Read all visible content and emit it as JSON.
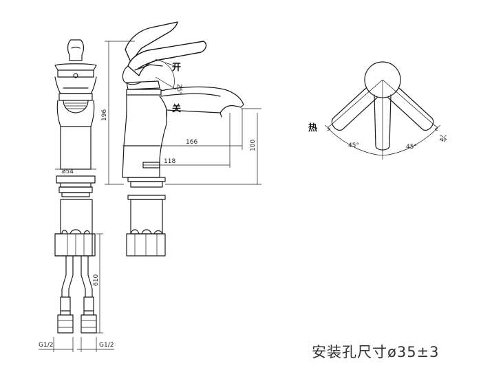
{
  "labels": {
    "open": "开",
    "close": "关",
    "hot": "热",
    "cold": "冷",
    "handle_angle": "25°",
    "left_angle": "45°",
    "right_angle": "45°"
  },
  "dimensions": {
    "body_diameter": "ø54",
    "height": "196",
    "spout_reach": "166",
    "spout_inner": "118",
    "spout_height": "100",
    "hose_length": "610",
    "thread_left": "G1/2",
    "thread_right": "G1/2"
  },
  "caption": "安装孔尺寸ø35±3"
}
